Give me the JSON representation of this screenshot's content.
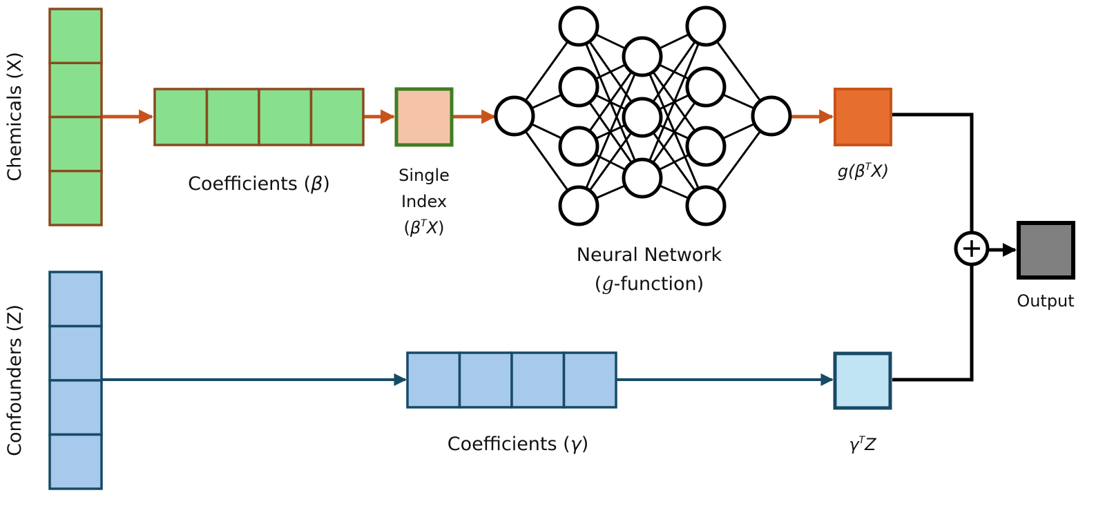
{
  "colors": {
    "chem_fill": "#88e08e",
    "chem_stroke": "#8a4a1e",
    "orange_arrow": "#c8531a",
    "index_fill": "#f5c4a8",
    "index_stroke": "#3f7f22",
    "g_fill": "#e66e2f",
    "g_stroke": "#c8531a",
    "conf_fill": "#a6c9ec",
    "conf_stroke": "#174a66",
    "gz_fill": "#c0e4f4",
    "output_fill": "#808080",
    "black": "#000000"
  },
  "labels": {
    "chemicals": "Chemicals (X)",
    "confounders": "Confounders (Z)",
    "coef_beta": "Coefficients (",
    "coef_beta_sym": "β",
    "coef_close": ")",
    "single_index_line1": "Single",
    "single_index_line2": "Index",
    "single_index_line3_open": "(",
    "single_index_beta": "β",
    "single_index_T": "T",
    "single_index_X": "X",
    "single_index_close": ")",
    "nn_line1": "Neural Network",
    "nn_line2_open": "(",
    "nn_line2_g": "g",
    "nn_line2_rest": "-function)",
    "g_out_g": "g",
    "g_out_open": "(",
    "g_out_beta": "β",
    "g_out_T": "T",
    "g_out_X": "X",
    "g_out_close": ")",
    "coef_gamma": "Coefficients (",
    "coef_gamma_sym": "γ",
    "gz_gamma": "γ",
    "gz_T": "T",
    "gz_Z": "Z",
    "output": "Output",
    "plus": "+"
  },
  "structure": {
    "chemicals_cells": 4,
    "beta_cells": 4,
    "confounder_cells": 4,
    "gamma_cells": 4,
    "nn_layers": [
      1,
      4,
      3,
      4,
      1
    ]
  }
}
